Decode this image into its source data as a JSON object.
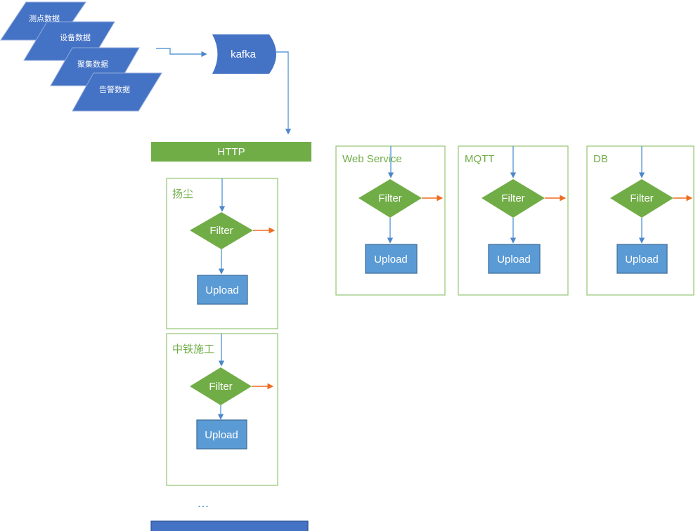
{
  "diagram": {
    "sources": [
      {
        "label": "测点数据"
      },
      {
        "label": "设备数据"
      },
      {
        "label": "聚集数据"
      },
      {
        "label": "告警数据"
      }
    ],
    "queue": {
      "label": "kafka"
    },
    "gateway": {
      "label": "HTTP"
    },
    "channels": [
      {
        "label": "扬尘",
        "filter_label": "Filter",
        "upload_label": "Upload"
      },
      {
        "label": "中铁施工",
        "filter_label": "Filter",
        "upload_label": "Upload"
      },
      {
        "label": "Web Service",
        "filter_label": "Filter",
        "upload_label": "Upload"
      },
      {
        "label": "MQTT",
        "filter_label": "Filter",
        "upload_label": "Upload"
      },
      {
        "label": "DB",
        "filter_label": "Filter",
        "upload_label": "Upload"
      }
    ],
    "more_indicator": "...",
    "colors": {
      "shape_blue": "#4472C4",
      "connector_blue": "#5B9BD5",
      "upload_fill": "#5B9BD5",
      "upload_border": "#41719C",
      "green": "#71AD47",
      "container_border": "#9DC87E",
      "container_label_green": "#70AD47",
      "orange": "#ED6C1F",
      "bottom_bar_border": "#2F5597"
    }
  }
}
